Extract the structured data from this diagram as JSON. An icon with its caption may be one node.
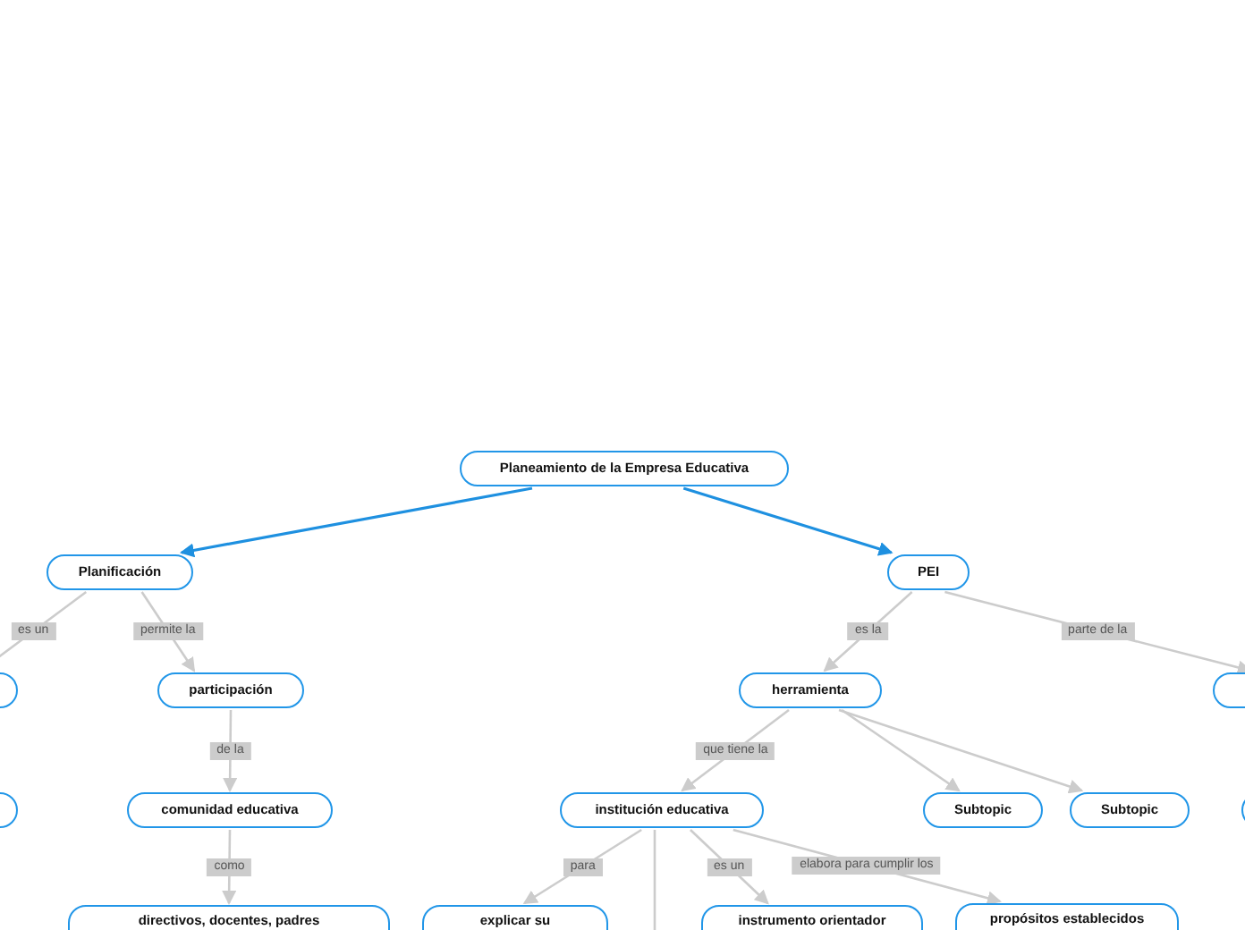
{
  "diagram": {
    "nodes": [
      {
        "text": [
          "Planeamiento de la Empresa Educativa"
        ]
      },
      {
        "text": [
          "Planificación"
        ]
      },
      {
        "text": [
          "PEI"
        ]
      },
      {
        "text": [],
        "shape": "box"
      },
      {
        "text": [
          "participación"
        ]
      },
      {
        "text": [
          "herramienta"
        ]
      },
      {
        "text": [],
        "shape": "box"
      },
      {
        "text": [],
        "shape": "box"
      },
      {
        "text": [
          "comunidad educativa"
        ]
      },
      {
        "text": [
          "institución educativa"
        ]
      },
      {
        "text": [
          "Subtopic"
        ]
      },
      {
        "text": [
          "Subtopic"
        ]
      },
      {
        "text": [],
        "shape": "box"
      },
      {
        "text": [
          "directivos, docentes, padres"
        ]
      },
      {
        "text": [
          "explicar su"
        ]
      },
      {
        "text": [
          "instrumento orientador"
        ]
      },
      {
        "text": [
          "propósitos establecidos"
        ]
      }
    ],
    "edges": [
      {
        "from": 0,
        "to": 1,
        "arrow": "to",
        "color": "#1e90e0"
      },
      {
        "from": 0,
        "to": 2,
        "arrow": "to",
        "color": "#1e90e0"
      },
      {
        "from": 1,
        "to": 3,
        "arrow": "to",
        "label": "es un"
      },
      {
        "from": 1,
        "to": 4,
        "arrow": "to",
        "label": "permite la"
      },
      {
        "from": 2,
        "to": 5,
        "arrow": "to",
        "label": "es la"
      },
      {
        "from": 2,
        "to": 6,
        "arrow": "to",
        "label": "parte de la"
      },
      {
        "from": 4,
        "to": 8,
        "arrow": "to",
        "label": "de la"
      },
      {
        "from": 5,
        "to": 9,
        "arrow": "to",
        "label": "que tiene la"
      },
      {
        "from": 5,
        "to": 10,
        "arrow": "to"
      },
      {
        "from": 5,
        "to": 11,
        "arrow": "to"
      },
      {
        "from": 8,
        "to": 13,
        "arrow": "to",
        "label": "como"
      },
      {
        "from": 9,
        "to": 14,
        "arrow": "to",
        "label": "para"
      },
      {
        "from": 9,
        "to": null,
        "arrow": "none"
      },
      {
        "from": 9,
        "to": 15,
        "arrow": "to",
        "label": "es un"
      },
      {
        "from": 9,
        "to": 16,
        "arrow": "to",
        "label": "elabora para cumplir los"
      }
    ]
  }
}
